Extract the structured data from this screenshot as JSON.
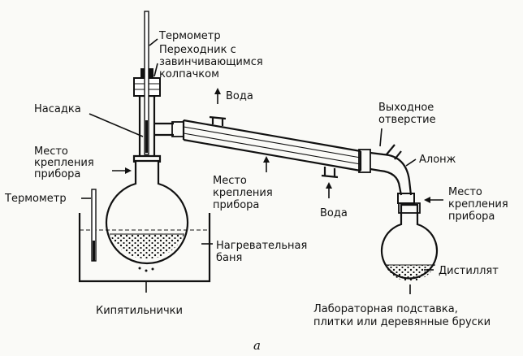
{
  "labels": {
    "thermometer_top": "Термометр",
    "adapter_line1": "Переходник с",
    "adapter_line2": "завинчивающимся",
    "adapter_line3": "колпачком",
    "still_head": "Насадка",
    "water_in": "Вода",
    "water_out": "Вода",
    "outlet_line1": "Выходное",
    "outlet_line2": "отверстие",
    "clamp_left_line1": "Место",
    "clamp_left_line2": "крепления",
    "clamp_left_line3": "прибора",
    "clamp_mid_line1": "Место",
    "clamp_mid_line2": "крепления",
    "clamp_mid_line3": "прибора",
    "clamp_right_line1": "Место",
    "clamp_right_line2": "крепления",
    "clamp_right_line3": "прибора",
    "allonge": "Алонж",
    "thermometer_bath": "Термометр",
    "bath_line1": "Нагревательная",
    "bath_line2": "баня",
    "boiling_chips": "Кипятильнички",
    "distillate": "Дистиллят",
    "stand_line1": "Лабораторная подставка,",
    "stand_line2": "плитки или деревянные бруски",
    "caption": "а"
  }
}
